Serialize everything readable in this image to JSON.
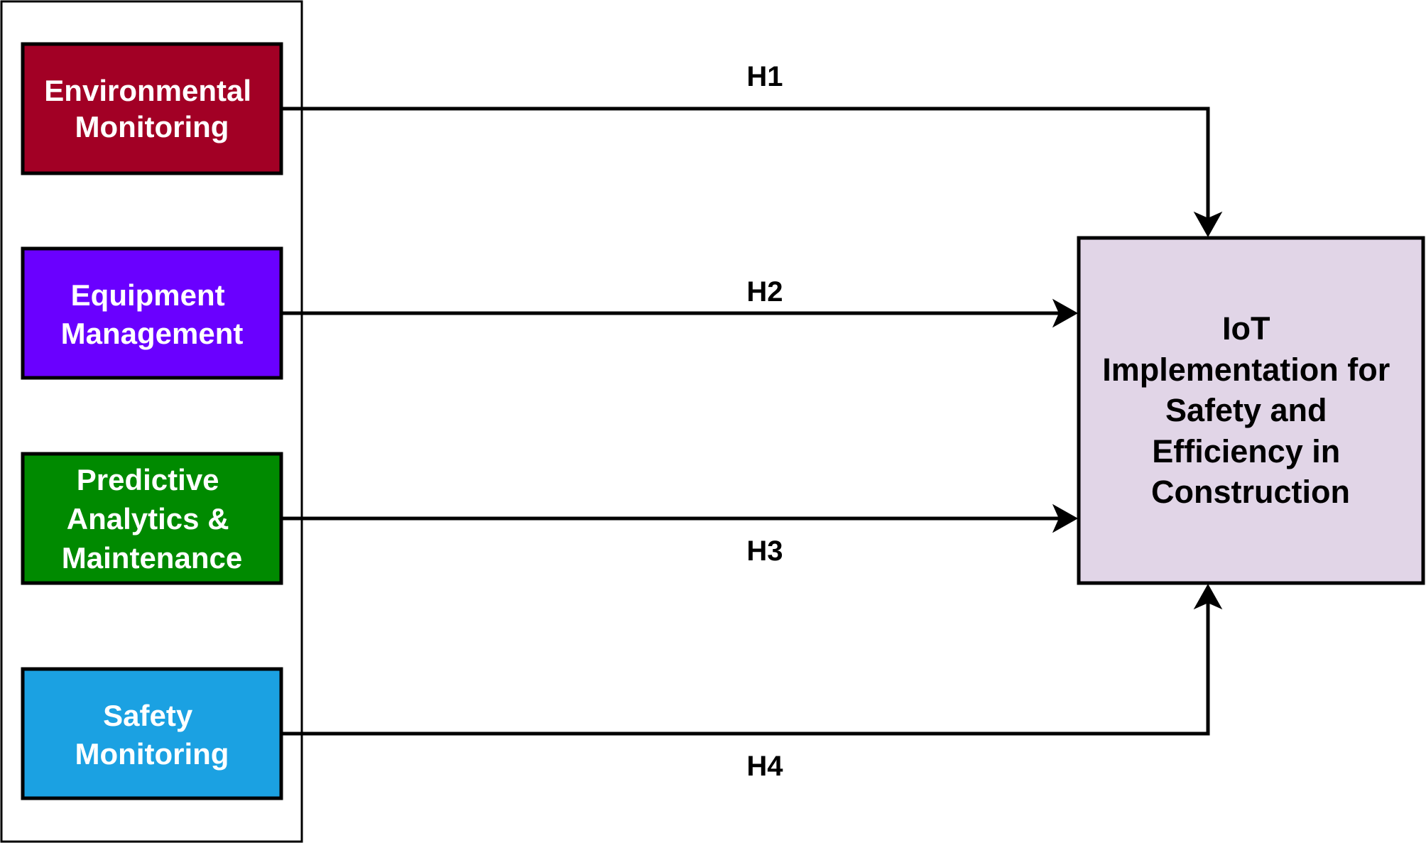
{
  "diagram": {
    "factors": [
      {
        "id": "environmental",
        "lines": [
          "Environmental",
          "Monitoring"
        ],
        "color": "#A20025"
      },
      {
        "id": "equipment",
        "lines": [
          "Equipment",
          "Management"
        ],
        "color": "#6A00FF"
      },
      {
        "id": "predictive",
        "lines": [
          "Predictive",
          "Analytics &",
          "Maintenance"
        ],
        "color": "#008A00"
      },
      {
        "id": "safety",
        "lines": [
          "Safety",
          "Monitoring"
        ],
        "color": "#1BA1E2"
      }
    ],
    "outcome": {
      "lines": [
        "IoT",
        "Implementation for",
        "Safety and",
        "Efficiency in",
        "Construction"
      ],
      "color": "#E1D5E7"
    },
    "hypotheses": [
      {
        "label": "H1",
        "from": "environmental"
      },
      {
        "label": "H2",
        "from": "equipment"
      },
      {
        "label": "H3",
        "from": "predictive"
      },
      {
        "label": "H4",
        "from": "safety"
      }
    ]
  }
}
